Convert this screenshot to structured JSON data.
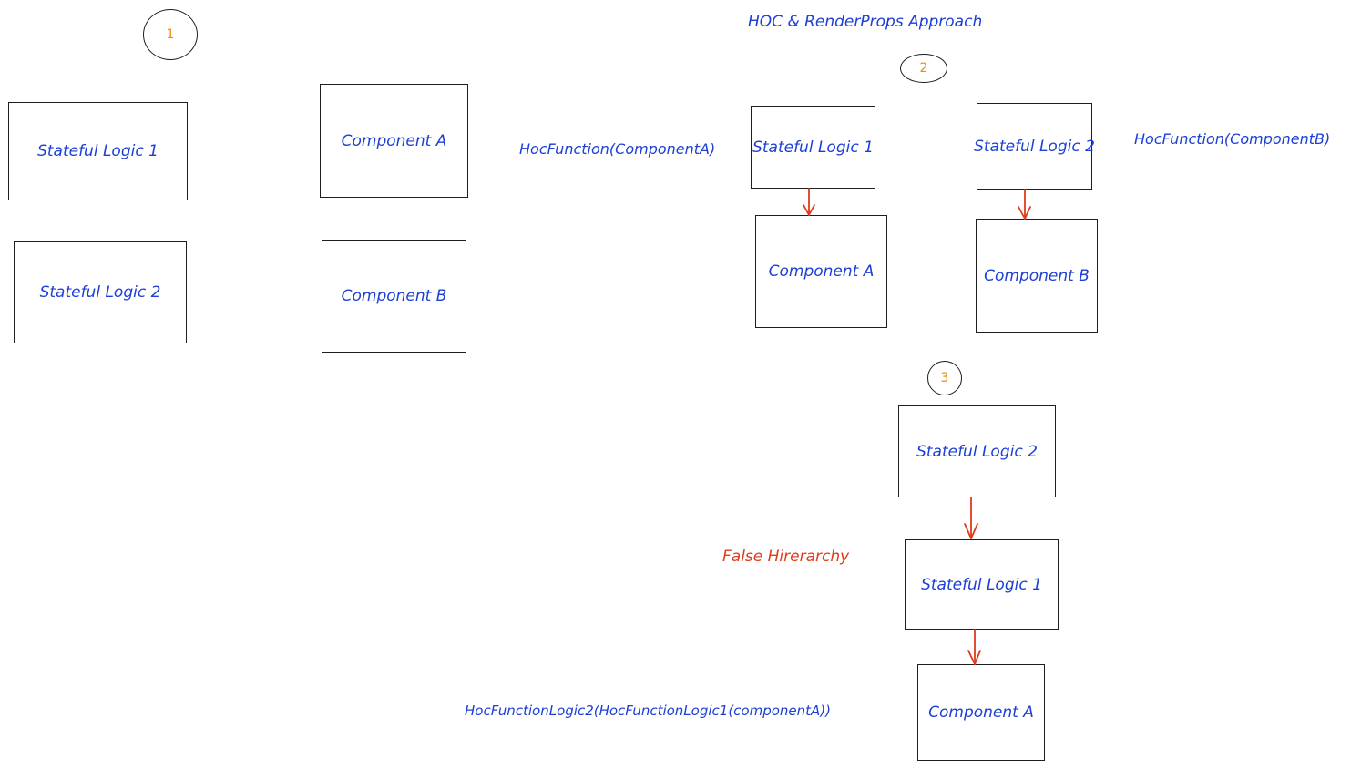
{
  "title": "HOC & RenderProps Approach",
  "colors": {
    "text": "#1c3fd6",
    "stroke": "#1e1e1e",
    "arrow": "#e03b1b",
    "marker": "#f08c00"
  },
  "markers": {
    "one": "1",
    "two": "2",
    "three": "3"
  },
  "section1": {
    "stateful_logic_1": "Stateful Logic 1",
    "stateful_logic_2": "Stateful Logic 2",
    "component_a": "Component A",
    "component_b": "Component B"
  },
  "section2": {
    "hoc_label_a": "HocFunction(ComponentA)",
    "hoc_label_b": "HocFunction(ComponentB)",
    "stateful_logic_1": "Stateful Logic 1",
    "stateful_logic_2": "Stateful Logic 2",
    "component_a": "Component A",
    "component_b": "Component B"
  },
  "section3": {
    "stateful_logic_2": "Stateful Logic 2",
    "stateful_logic_1": "Stateful Logic 1",
    "component_a": "Component A",
    "false_hierarchy_label": "False Hirerarchy",
    "nested_hoc_label": "HocFunctionLogic2(HocFunctionLogic1(componentA))"
  }
}
